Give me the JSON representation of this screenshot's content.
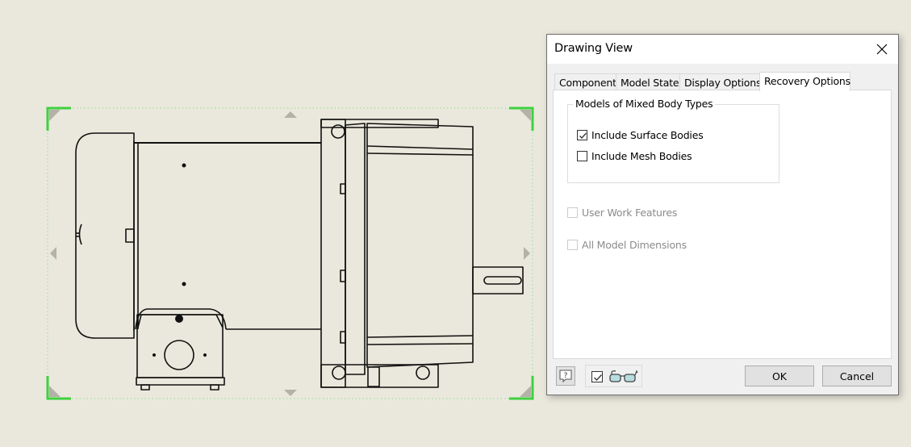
{
  "canvas": {
    "description": "Drawing view of an electric motor (side elevation) with selection frame",
    "selection_frame_color": "#3ed13e",
    "background_color": "#eae8dc"
  },
  "dialog": {
    "title": "Drawing View",
    "close_icon": "close-icon",
    "tabs": [
      {
        "label": "Component",
        "active": false
      },
      {
        "label": "Model State",
        "active": false
      },
      {
        "label": "Display Options",
        "active": false
      },
      {
        "label": "Recovery Options",
        "active": true
      }
    ],
    "recovery": {
      "group_title": "Models of Mixed Body Types",
      "include_surface_bodies": {
        "label": "Include Surface Bodies",
        "checked": true,
        "enabled": true
      },
      "include_mesh_bodies": {
        "label": "Include Mesh Bodies",
        "checked": false,
        "enabled": true
      },
      "user_work_features": {
        "label": "User Work Features",
        "checked": false,
        "enabled": false
      },
      "all_model_dimensions": {
        "label": "All Model Dimensions",
        "checked": false,
        "enabled": false
      }
    },
    "footer": {
      "help_icon": "help-icon",
      "preview_checked": true,
      "preview_icon": "glasses-icon",
      "ok_label": "OK",
      "cancel_label": "Cancel"
    }
  }
}
